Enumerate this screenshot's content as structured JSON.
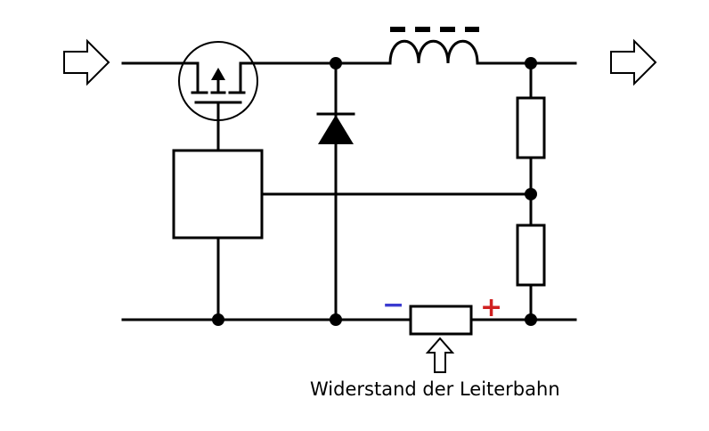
{
  "labels": {
    "trace_resistance": "Widerstand der Leiterbahn",
    "minus": "−",
    "plus": "+"
  },
  "colors": {
    "wire": "#000000",
    "minus": "#3b3bd0",
    "plus": "#d02020",
    "background": "#ffffff"
  },
  "components": [
    "input-arrow",
    "mosfet",
    "controller-block",
    "diode",
    "inductor",
    "resistor-top",
    "resistor-bottom",
    "shunt-resistor",
    "output-arrow",
    "pointer-arrow"
  ]
}
